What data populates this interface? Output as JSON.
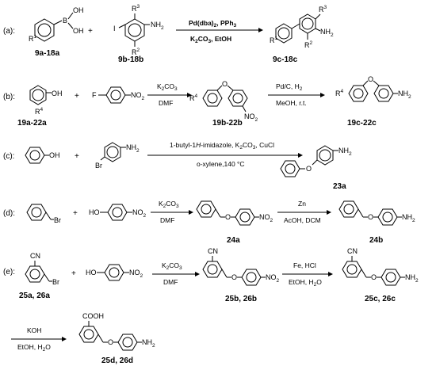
{
  "rows": [
    {
      "label": "(a):",
      "r1": "R",
      "r1_sup": "1",
      "oh": "OH",
      "b": "B",
      "r2": "R",
      "r2_sup": "2",
      "r3": "R",
      "r3_sup": "3",
      "i": "I",
      "nh2": "NH",
      "nh2_sub": "2",
      "plus": "+",
      "reagent_top": "Pd(dba)",
      "reagent_top_sub": "2",
      "reagent_top_rest": ", PPh",
      "reagent_top_sub2": "3",
      "reagent_bottom": "K",
      "reagent_bottom_sub": "2",
      "reagent_bottom_rest": "CO",
      "reagent_bottom_sub2": "3",
      "reagent_bottom_end": ", EtOH",
      "cpd1": "9a-18a",
      "cpd2": "9b-18b",
      "product": "9c-18c"
    },
    {
      "label": "(b):",
      "oh": "OH",
      "r4": "R",
      "r4_sup": "4",
      "f": "F",
      "no2": "NO",
      "no2_sub": "2",
      "o": "O",
      "nh2": "NH",
      "nh2_sub": "2",
      "plus": "+",
      "reagent1_top": "K",
      "reagent1_top_sub": "2",
      "reagent1_top_rest": "CO",
      "reagent1_top_sub2": "3",
      "reagent1_bottom": "DMF",
      "reagent2_top": "Pd/C, H",
      "reagent2_top_sub": "2",
      "reagent2_bottom": "MeOH, r.t.",
      "cpd1": "19a-22a",
      "cpd2": "19b-22b",
      "product": "19c-22c"
    },
    {
      "label": "(c):",
      "oh": "OH",
      "br": "Br",
      "nh2": "NH",
      "nh2_sub": "2",
      "o": "O",
      "plus": "+",
      "reagent_top_a": "1-butyl-1",
      "reagent_top_b": "H",
      "reagent_top_c": "-imidazole, K",
      "reagent_top_sub": "2",
      "reagent_top_d": "CO",
      "reagent_top_sub2": "3",
      "reagent_top_e": ", CuCl",
      "reagent_bottom": "o-xylene,140 °C",
      "product": "23a"
    },
    {
      "label": "(d):",
      "br": "Br",
      "ho": "HO",
      "no2": "NO",
      "no2_sub": "2",
      "o": "O",
      "nh2": "NH",
      "nh2_sub": "2",
      "plus": "+",
      "reagent1_top": "K",
      "reagent1_top_sub": "2",
      "reagent1_top_rest": "CO",
      "reagent1_top_sub2": "3",
      "reagent1_bottom": "DMF",
      "reagent2_top": "Zn",
      "reagent2_bottom": "AcOH, DCM",
      "cpd2": "24a",
      "product": "24b"
    },
    {
      "label": "(e):",
      "cn": "CN",
      "br": "Br",
      "ho": "HO",
      "no2": "NO",
      "no2_sub": "2",
      "o": "O",
      "nh2": "NH",
      "nh2_sub": "2",
      "cooh": "COOH",
      "plus": "+",
      "reagent1_top": "K",
      "reagent1_top_sub": "2",
      "reagent1_top_rest": "CO",
      "reagent1_top_sub2": "3",
      "reagent1_bottom": "DMF",
      "reagent2_top": "Fe, HCl",
      "reagent2_bottom": "EtOH, H",
      "reagent2_bottom_sub": "2",
      "reagent2_bottom_rest": "O",
      "reagent3_top": "KOH",
      "reagent3_bottom": "EtOH, H",
      "reagent3_bottom_sub": "2",
      "reagent3_bottom_rest": "O",
      "cpd1": "25a, 26a",
      "cpd2": "25b, 26b",
      "cpd3": "25c, 26c",
      "product": "25d, 26d"
    }
  ]
}
